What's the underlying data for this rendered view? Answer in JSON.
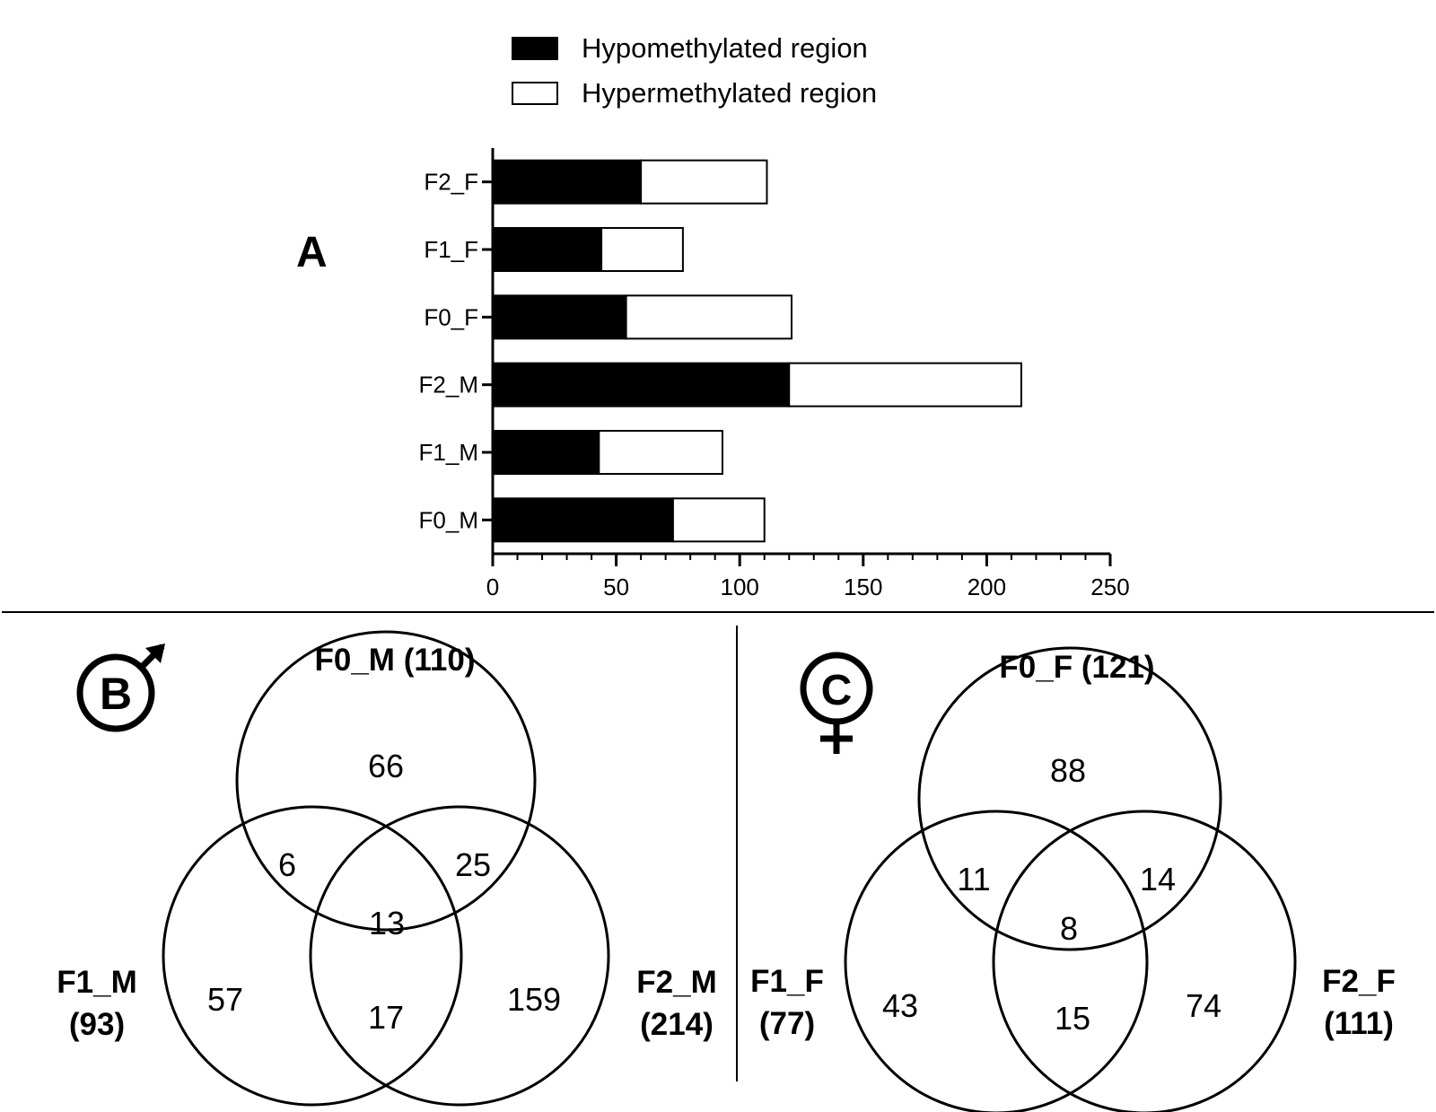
{
  "panels": {
    "a": "A",
    "b": "B",
    "c": "C"
  },
  "chart_data": {
    "type": "bar",
    "orientation": "horizontal",
    "stacked": true,
    "categories": [
      "F0_M",
      "F1_M",
      "F2_M",
      "F0_F",
      "F1_F",
      "F2_F"
    ],
    "series": [
      {
        "name": "Hypomethylated region",
        "values": [
          73,
          43,
          120,
          54,
          44,
          60
        ],
        "color": "#000000"
      },
      {
        "name": "Hypermethylated region",
        "values": [
          37,
          50,
          94,
          67,
          33,
          51
        ],
        "color": "#ffffff"
      }
    ],
    "xlim": [
      0,
      250
    ],
    "xticks": [
      "0",
      "50",
      "100",
      "150",
      "200",
      "250"
    ],
    "legend_position": "top",
    "grid": false
  },
  "venn": {
    "male": {
      "symbol": "male-symbol",
      "sets": {
        "top": {
          "name": "F0_M",
          "total": "(110)"
        },
        "left": {
          "name": "F1_M",
          "total": "(93)"
        },
        "right": {
          "name": "F2_M",
          "total": "(214)"
        }
      },
      "regions": {
        "top_only": "66",
        "top_left": "6",
        "top_right": "25",
        "center": "13",
        "left_only": "57",
        "left_right": "17",
        "right_only": "159"
      }
    },
    "female": {
      "symbol": "female-symbol",
      "sets": {
        "top": {
          "name": "F0_F",
          "total": "(121)"
        },
        "left": {
          "name": "F1_F",
          "total": "(77)"
        },
        "right": {
          "name": "F2_F",
          "total": "(111)"
        }
      },
      "regions": {
        "top_only": "88",
        "top_left": "11",
        "top_right": "14",
        "center": "8",
        "left_only": "43",
        "left_right": "15",
        "right_only": "74"
      }
    }
  }
}
